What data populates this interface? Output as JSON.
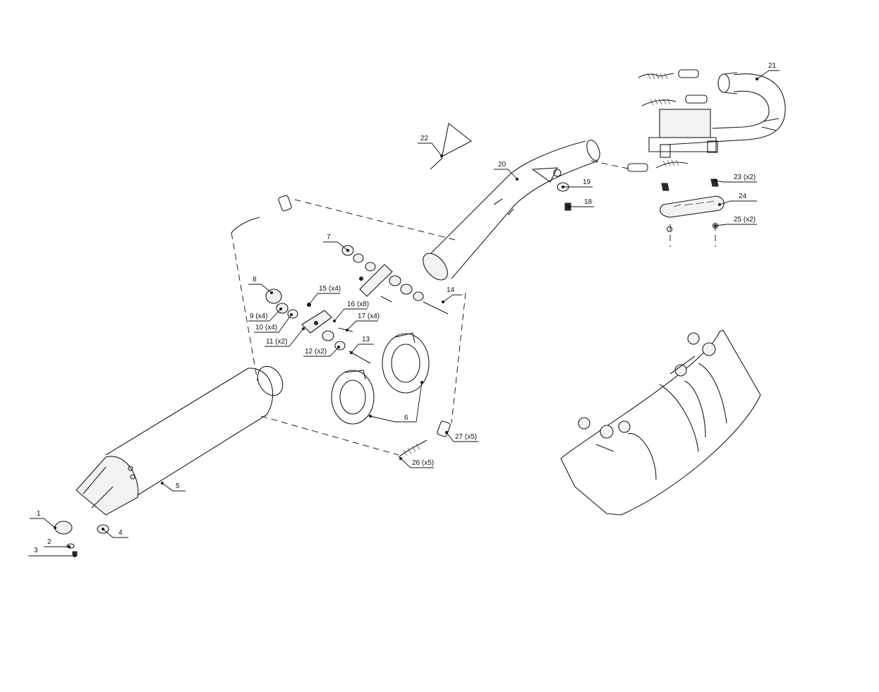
{
  "callouts": [
    "1",
    "2",
    "3",
    "4",
    "5",
    "6",
    "7",
    "8",
    "9 (x4)",
    "10 (x4)",
    "11 (x2)",
    "12 (x2)",
    "13",
    "14",
    "15 (x4)",
    "16 (x8)",
    "17 (x4)",
    "18",
    "19",
    "20",
    "21",
    "22",
    "23 (x2)",
    "24",
    "25 (x2)",
    "26 (x5)",
    "27 (x5)"
  ],
  "icons": [
    "exhaust-exploded-diagram"
  ]
}
